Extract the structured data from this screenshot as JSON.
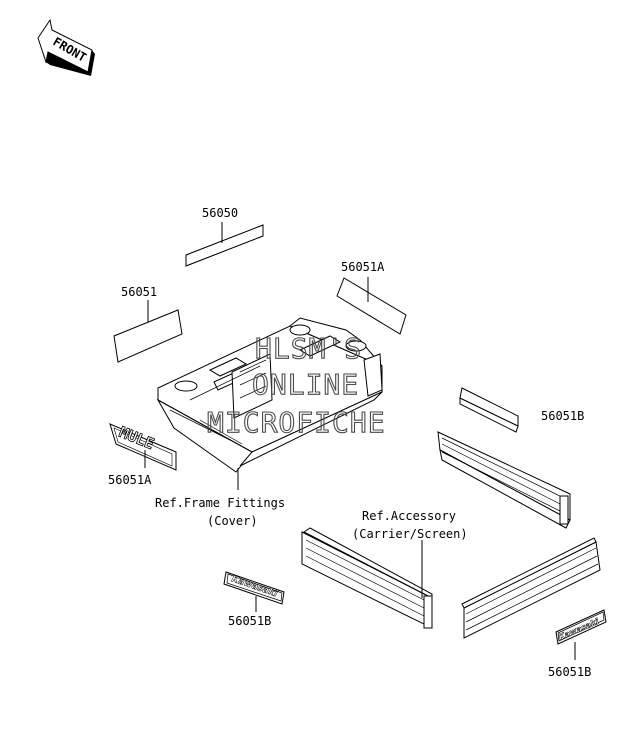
{
  "front_badge": "FRONT",
  "labels": {
    "p56050": "56050",
    "p56051": "56051",
    "p56051a_top": "56051A",
    "p56051a_left": "56051A",
    "p56051b_right": "56051B",
    "p56051b_mid": "56051B",
    "p56051b_bottom": "56051B",
    "ref_frame_line1": "Ref.Frame Fittings",
    "ref_frame_line2": "(Cover)",
    "ref_acc_line1": "Ref.Accessory",
    "ref_acc_line2": "(Carrier/Screen)"
  },
  "decals": {
    "mule": "MULE",
    "kawasaki_left": "Kawasaki",
    "kawasaki_right": "Kawasaki"
  },
  "watermark": {
    "line1": "HLSM'S",
    "line2": "ONLINE",
    "line3": "MICROFICHE"
  }
}
